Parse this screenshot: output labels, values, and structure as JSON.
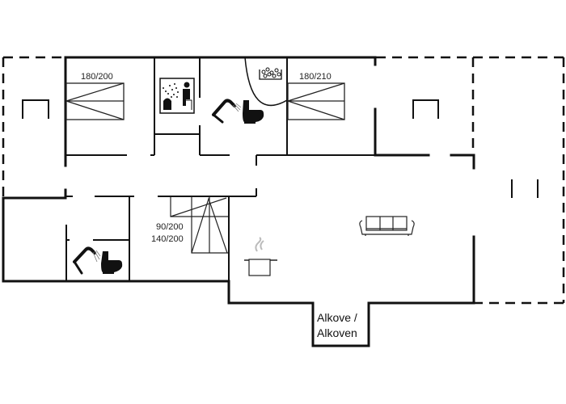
{
  "floorplan": {
    "colors": {
      "wall": "#111111",
      "background": "#ffffff",
      "steam": "#bbbbbb"
    },
    "labels": {
      "bedroom1_bed": "180/200",
      "bedroom2_bed": "180/210",
      "bedroom3_bed_a": "90/200",
      "bedroom3_bed_b": "140/200",
      "alcove_line1": "Alkove /",
      "alcove_line2": "Alkoven"
    },
    "icons": [
      "sauna-icon",
      "shower-icon",
      "toilet-icon",
      "whirlpool-icon",
      "sofa-icon",
      "cooking-pot-icon",
      "bed-icon",
      "stairs-icon"
    ]
  }
}
